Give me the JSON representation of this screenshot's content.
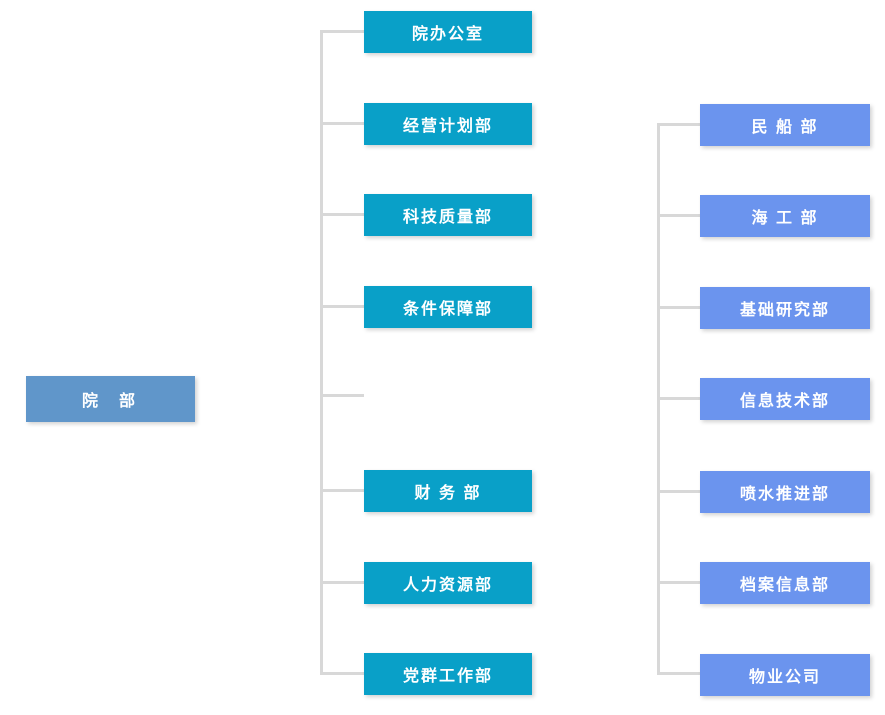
{
  "chart": {
    "title": "organization-chart",
    "root": {
      "label": "院  部"
    },
    "middle_departments": [
      {
        "label": "院办公室"
      },
      {
        "label": "经营计划部"
      },
      {
        "label": "科技质量部"
      },
      {
        "label": "条件保障部"
      },
      {
        "label": "财 务 部"
      },
      {
        "label": "人力资源部"
      },
      {
        "label": "党群工作部"
      }
    ],
    "right_departments": [
      {
        "label": "民 船 部"
      },
      {
        "label": "海 工 部"
      },
      {
        "label": "基础研究部"
      },
      {
        "label": "信息技术部"
      },
      {
        "label": "喷水推进部"
      },
      {
        "label": "档案信息部"
      },
      {
        "label": "物业公司"
      }
    ],
    "colors": {
      "root": "#6096ca",
      "middle": "#09a0c8",
      "right": "#6b94ee",
      "connector": "#d8d8d8",
      "text": "#ffffff"
    }
  }
}
